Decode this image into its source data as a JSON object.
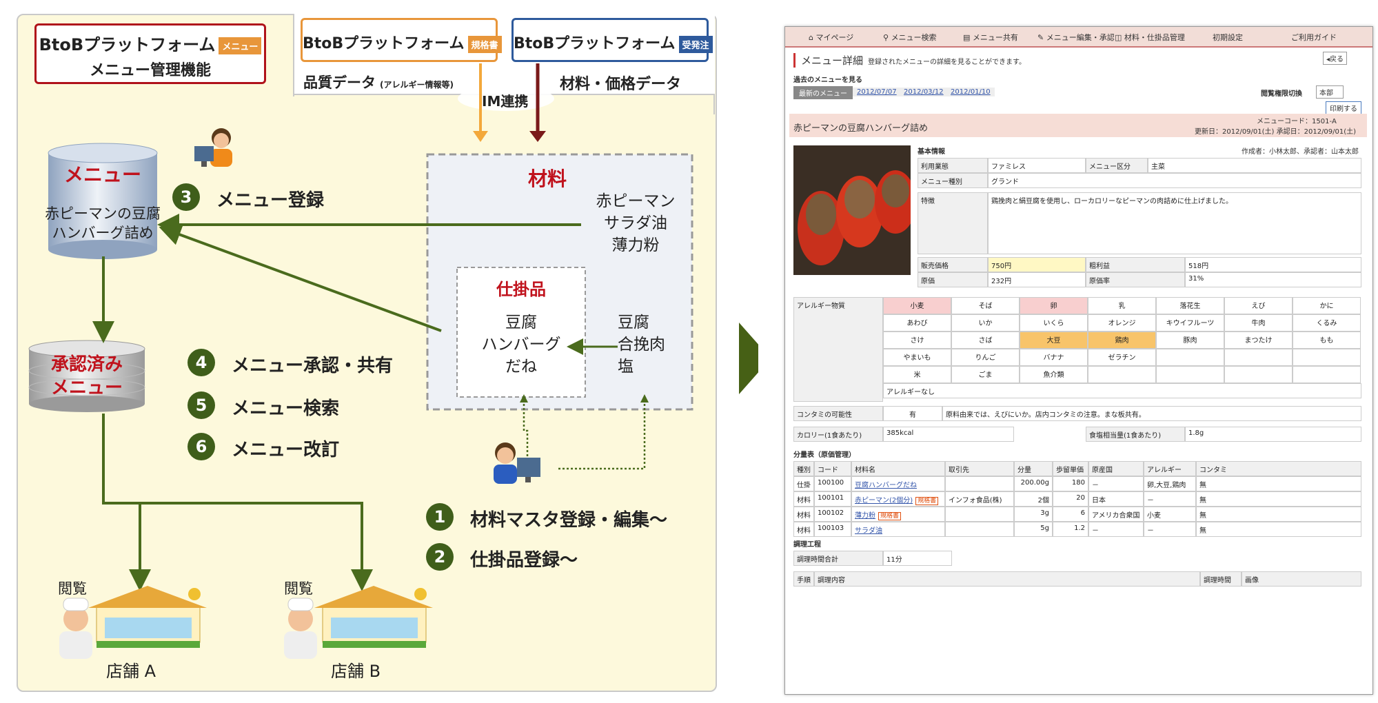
{
  "diagram": {
    "platform_menu": {
      "brand": "BtoBプラットフォーム",
      "tag": "メニュー",
      "subtitle": "メニュー管理機能"
    },
    "platform_spec": {
      "brand": "BtoBプラットフォーム",
      "tag": "規格書",
      "caption": "品質データ",
      "caption_small": "(アレルギー情報等)"
    },
    "platform_order": {
      "brand": "BtoBプラットフォーム",
      "tag": "受発注",
      "caption": "材料・価格データ"
    },
    "im_link": "IM連携",
    "menu_db": {
      "title": "メニュー",
      "item_line1": "赤ピーマンの豆腐",
      "item_line2": "ハンバーグ詰め"
    },
    "approved_db": {
      "line1": "承認済み",
      "line2": "メニュー"
    },
    "materials": {
      "title": "材料",
      "items": [
        "赤ピーマン",
        "サラダ油",
        "薄力粉"
      ]
    },
    "wip": {
      "title": "仕掛品",
      "line1": "豆腐",
      "line2": "ハンバーグ",
      "line3": "だね"
    },
    "wip_inputs": [
      "豆腐",
      "合挽肉",
      "塩"
    ],
    "steps": [
      {
        "num": "1",
        "text": "材料マスタ登録・編集～"
      },
      {
        "num": "2",
        "text": "仕掛品登録～"
      },
      {
        "num": "3",
        "text": "メニュー登録"
      },
      {
        "num": "4",
        "text": "メニュー承認・共有"
      },
      {
        "num": "5",
        "text": "メニュー検索"
      },
      {
        "num": "6",
        "text": "メニュー改訂"
      }
    ],
    "view_label": "閲覧",
    "store_a": "店舗 A",
    "store_b": "店舗 B",
    "colors": {
      "accent": "#c0121c",
      "arrow": "#4a6b1d",
      "panel": "#fdf9dc",
      "spec": "#e8963a",
      "order": "#2e5a9c"
    }
  },
  "screen": {
    "nav": [
      "マイページ",
      "メニュー検索",
      "メニュー共有",
      "メニュー編集・承認",
      "材料・仕掛品管理",
      "初期設定",
      "ご利用ガイド"
    ],
    "page_title": "メニュー詳細",
    "page_desc": "登録されたメニューの詳細を見ることができます。",
    "back": "◂戻る",
    "history_label": "過去のメニューを見る",
    "history_tabs": [
      "最新のメニュー",
      "2012/07/07",
      "2012/03/12",
      "2012/01/10"
    ],
    "permission_label": "閲覧権限切換",
    "permission_value": "本部",
    "print": "印刷する",
    "menu_name": "赤ピーマンの豆腐ハンバーグ詰め",
    "menu_code": "メニューコード：1501-A",
    "dates": "更新日：2012/09/01(土) 承認日：2012/09/01(土)",
    "basic_label": "基本情報",
    "authors": "作成者：小林太郎、承認者：山本太郎",
    "basic": {
      "biz_label": "利用業態",
      "biz": "ファミレス",
      "cat_label": "メニュー区分",
      "cat": "主菜",
      "kind_label": "メニュー種別",
      "kind": "グランド",
      "feat_label": "特徴",
      "feat": "鶏挽肉と絹豆腐を使用し、ローカロリーなピーマンの肉詰めに仕上げました。",
      "price_label": "販売価格",
      "price": "750円",
      "profit_label": "粗利益",
      "profit": "518円",
      "cost_label": "原価",
      "cost": "232円",
      "ratio_label": "原価率",
      "ratio": "31%"
    },
    "allergy_label": "アレルギー物質",
    "allergens": [
      "小麦",
      "そば",
      "卵",
      "乳",
      "落花生",
      "えび",
      "かに",
      "あわび",
      "いか",
      "いくら",
      "オレンジ",
      "キウイフルーツ",
      "牛肉",
      "くるみ",
      "さけ",
      "さば",
      "大豆",
      "鶏肉",
      "豚肉",
      "まつたけ",
      "もも",
      "やまいも",
      "りんご",
      "バナナ",
      "ゼラチン",
      "",
      "",
      "",
      "米",
      "ごま",
      "魚介類",
      "",
      "",
      "",
      ""
    ],
    "allergy_none": "アレルギーなし",
    "contam_label": "コンタミの可能性",
    "contam_value": "有",
    "contam_note": "原料由来では、えびにいか。店内コンタミの注意。まな板共有。",
    "cal_label": "カロリー(1食あたり)",
    "cal_value": "385kcal",
    "salt_label": "食塩相当量(1食あたり)",
    "salt_value": "1.8g",
    "recipe_label": "分量表（原価管理）",
    "recipe_headers": [
      "種別",
      "コード",
      "材料名",
      "取引先",
      "分量",
      "歩留単価",
      "原産国",
      "アレルギー",
      "コンタミ"
    ],
    "recipe_rows": [
      [
        "仕掛",
        "100100",
        "豆腐ハンバーグだね",
        "",
        "200.00g",
        "180",
        "－",
        "卵,大豆,鶏肉",
        "無"
      ],
      [
        "材料",
        "100101",
        "赤ピーマン(2個分)",
        "インフォ食品(株)",
        "2個",
        "20",
        "日本",
        "－",
        "無"
      ],
      [
        "材料",
        "100102",
        "薄力粉",
        "",
        "3g",
        "6",
        "アメリカ合衆国",
        "小麦",
        "無"
      ],
      [
        "材料",
        "100103",
        "サラダ油",
        "",
        "5g",
        "1.2",
        "－",
        "－",
        "無"
      ]
    ],
    "spec_badge": "規格書",
    "cooking_label": "調理工程",
    "cook_time_label": "調理時間合計",
    "cook_time_value": "11分",
    "step_headers": [
      "手順",
      "調理内容",
      "調理時間",
      "画像"
    ]
  }
}
